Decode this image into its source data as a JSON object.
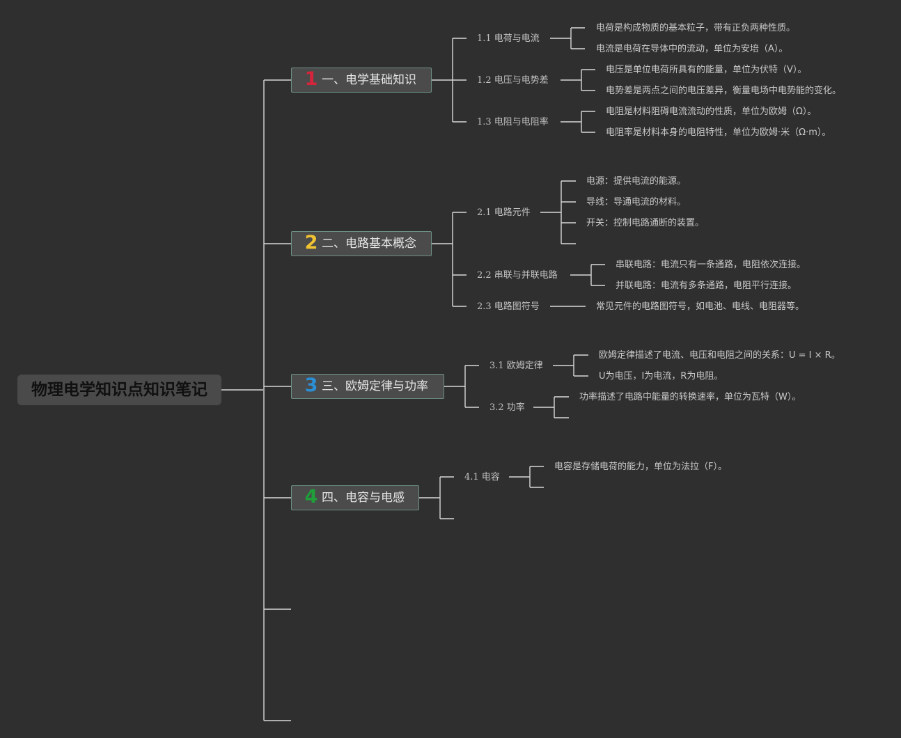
{
  "root": {
    "title": "物理电学知识点知识笔记"
  },
  "branches": [
    {
      "number": "1",
      "number_color": "#d6243a",
      "label": "一、电学基础知识",
      "subs": [
        {
          "label": "1.1 电荷与电流",
          "leaves": [
            "电荷是构成物质的基本粒子，带有正负两种性质。",
            "电流是电荷在导体中的流动，单位为安培（A）。"
          ]
        },
        {
          "label": "1.2 电压与电势差",
          "leaves": [
            "电压是单位电荷所具有的能量，单位为伏特（V）。",
            "电势差是两点之间的电压差异，衡量电场中电势能的变化。"
          ]
        },
        {
          "label": "1.3 电阻与电阻率",
          "leaves": [
            "电阻是材料阻碍电流流动的性质，单位为欧姆（Ω）。",
            "电阻率是材料本身的电阻特性，单位为欧姆·米（Ω·m）。"
          ]
        }
      ]
    },
    {
      "number": "2",
      "number_color": "#f1c232",
      "label": "二、电路基本概念",
      "subs": [
        {
          "label": "2.1 电路元件",
          "leaves": [
            "电源：提供电流的能源。",
            "导线：导通电流的材料。",
            "开关：控制电路通断的装置。",
            ""
          ]
        },
        {
          "label": "2.2 串联与并联电路",
          "leaves": [
            "串联电路：电流只有一条通路，电阻依次连接。",
            "并联电路：电流有多条通路，电阻平行连接。"
          ]
        },
        {
          "label": "2.3 电路图符号",
          "leaves": [
            "常见元件的电路图符号，如电池、电线、电阻器等。"
          ]
        }
      ]
    },
    {
      "number": "3",
      "number_color": "#2b8fd6",
      "label": "三、欧姆定律与功率",
      "subs": [
        {
          "label": "3.1 欧姆定律",
          "leaves": [
            "欧姆定律描述了电流、电压和电阻之间的关系：U = I × R。",
            "U为电压，I为电流，R为电阻。"
          ]
        },
        {
          "label": "3.2 功率",
          "leaves": [
            "功率描述了电路中能量的转换速率，单位为瓦特（W）。",
            ""
          ]
        }
      ]
    },
    {
      "number": "4",
      "number_color": "#1f9e3a",
      "label": "四、电容与电感",
      "subs": [
        {
          "label": "4.1 电容",
          "leaves": [
            "电容是存储电荷的能力，单位为法拉（F）。",
            ""
          ]
        },
        {
          "label": "",
          "leaves": []
        }
      ]
    }
  ],
  "colors": {
    "background": "#2f2f2f",
    "line": "#d8d8d8",
    "branch_border": "#6c8f86"
  }
}
